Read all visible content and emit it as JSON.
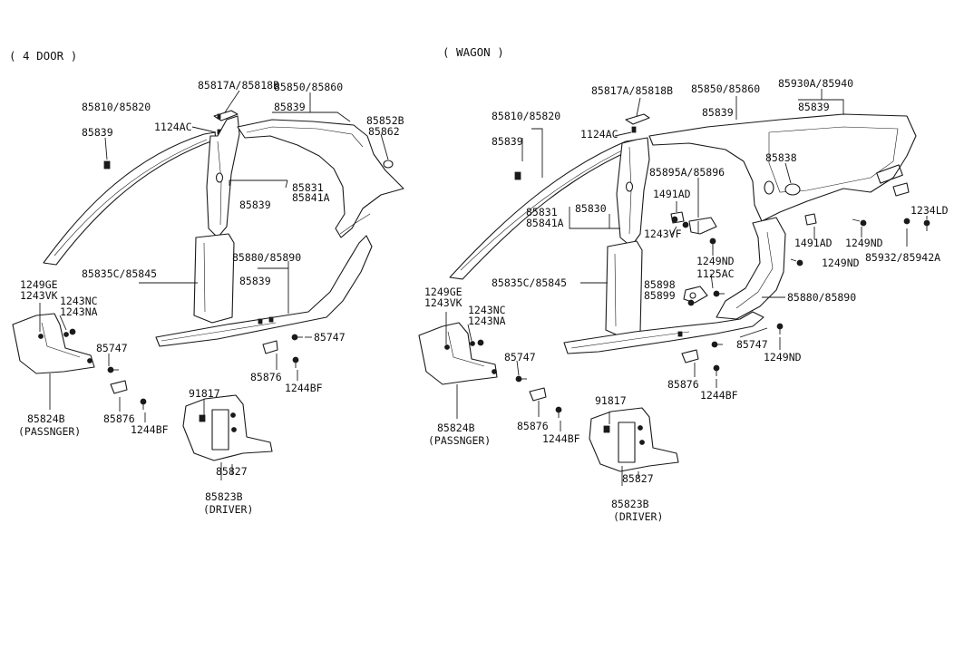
{
  "colors": {
    "ink": "#1a1a1a",
    "paper": "#ffffff"
  },
  "four_door": {
    "header": "( 4 DOOR )",
    "labels": {
      "p85817": "85817A/85818B",
      "p85850": "85850/85860",
      "p85810": "85810/85820",
      "p85839_top": "85839",
      "p1124": "1124AC",
      "p85839_a": "85839",
      "p85852": "85852B",
      "p85862": "85862",
      "p85831": "85831",
      "p85841": "85841A",
      "p85839_b": "85839",
      "p85880": "85880/85890",
      "p85835": "85835C/85845",
      "p85839_c": "85839",
      "p1249ge": "1249GE",
      "p1243vk": "1243VK",
      "p1243nc": "1243NC",
      "p1243na": "1243NA",
      "p85747_a": "85747",
      "p85747_b": "85747",
      "p85876_a": "85876",
      "p1244bf_a": "1244BF",
      "p85876_b": "85876",
      "p1244bf_b": "1244BF",
      "p91817": "91817",
      "p85824": "85824B",
      "p_passnger": "(PASSNGER)",
      "p85827": "85827",
      "p85823": "85823B",
      "p_driver": "(DRIVER)"
    }
  },
  "wagon": {
    "header": "( WAGON )",
    "labels": {
      "w85817": "85817A/85818B",
      "w85850": "85850/85860",
      "w85930": "85930A/85940",
      "w85839_a": "85839",
      "w85839_b": "85839",
      "w85810": "85810/85820",
      "w1124": "1124AC",
      "w85839_c": "85839",
      "w85838": "85838",
      "w85895": "85895A/85896",
      "w1491ad_a": "1491AD",
      "w1491ad_b": "1491AD",
      "w85830": "85830",
      "w85831": "85831",
      "w85841": "85841A",
      "w1243vf": "1243VF",
      "w1249nd_a": "1249ND",
      "w1249nd_b": "1249ND",
      "w1249nd_c": "1249ND",
      "w1249nd_d": "1249ND",
      "w1234ld": "1234LD",
      "w85932": "85932/85942A",
      "w1125ac": "1125AC",
      "w85835": "85835C/85845",
      "w85898": "85898",
      "w85899": "85899",
      "w85880": "85880/85890",
      "w1249ge": "1249GE",
      "w1243vk": "1243VK",
      "w1243nc": "1243NC",
      "w1243na": "1243NA",
      "w85747_a": "85747",
      "w85747_b": "85747",
      "w85876_a": "85876",
      "w1244bf_a": "1244BF",
      "w85876_b": "85876",
      "w1244bf_b": "1244BF",
      "w91817": "91817",
      "w85824": "85824B",
      "w_passnger": "(PASSNGER)",
      "w85827": "85827",
      "w85823": "85823B",
      "w_driver": "(DRIVER)"
    }
  }
}
